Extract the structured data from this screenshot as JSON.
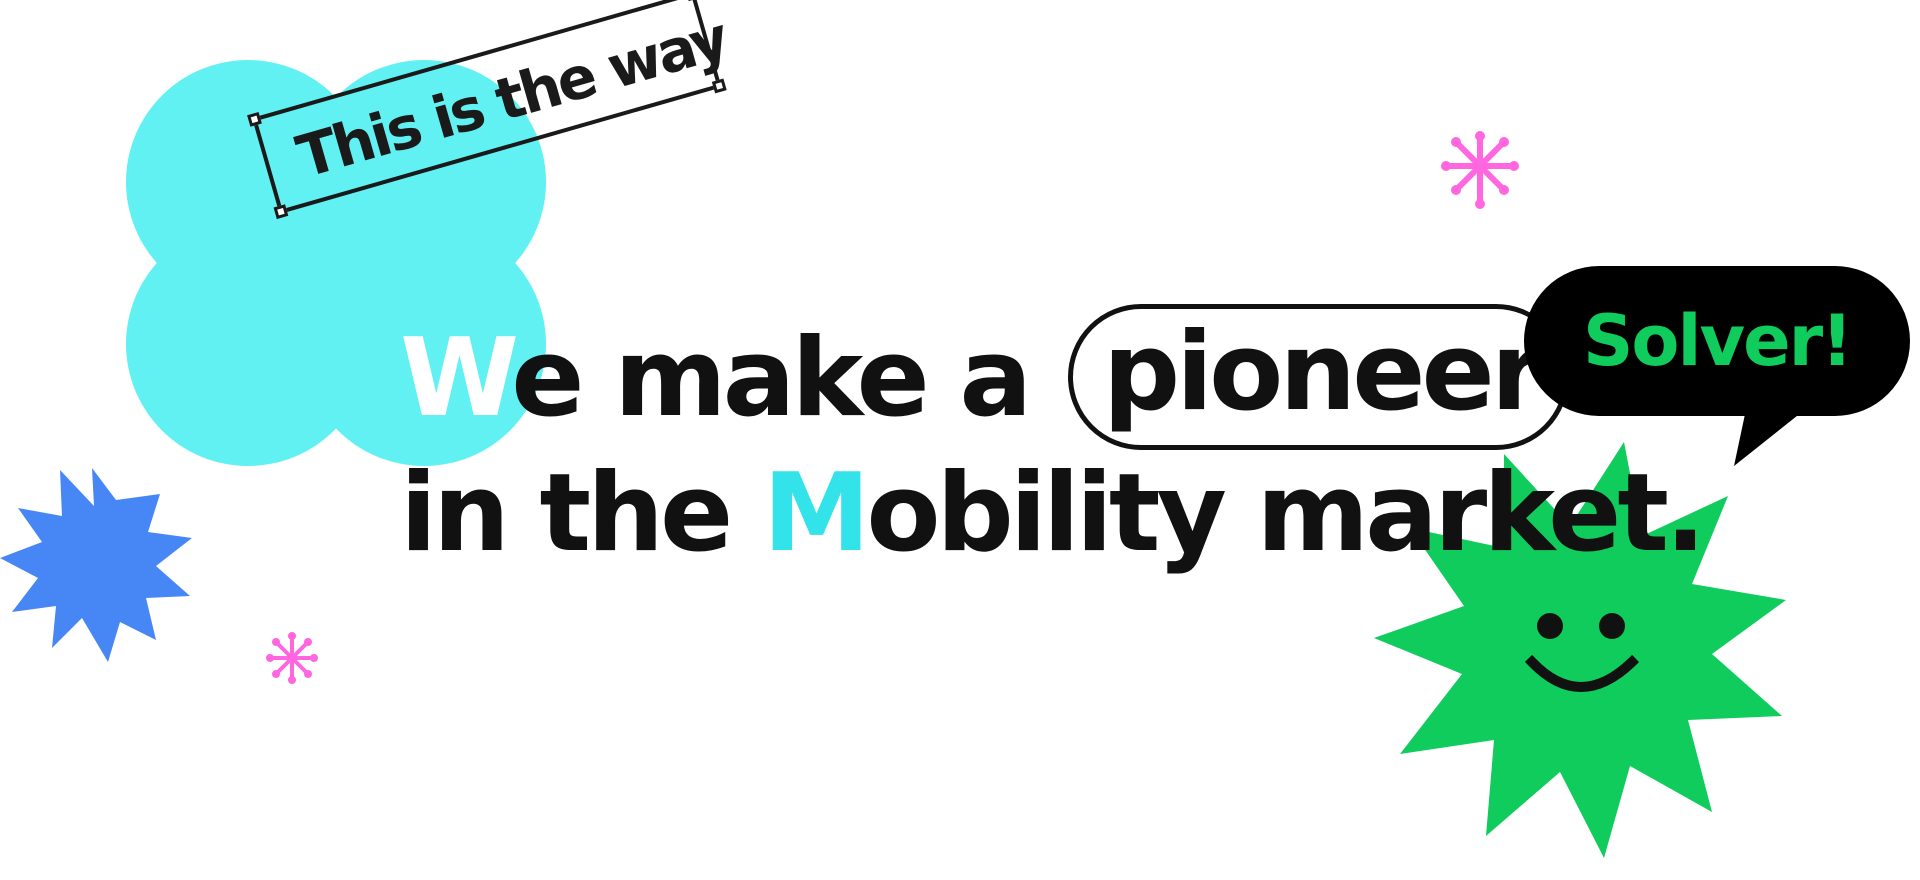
{
  "headline": {
    "line1": {
      "w_highlight": "W",
      "rest": "e make a",
      "pill_word": "pioneer"
    },
    "line2": {
      "prefix": "in the ",
      "m_highlight": "M",
      "suffix": "obility market."
    }
  },
  "tag_label": "This is the way",
  "bubble_label": "Solver!",
  "colors": {
    "cloud": "#62f1f3",
    "cyan_text": "#33e3ea",
    "green": "#10cc5c",
    "blue": "#4787f5",
    "pink": "#ff66e0",
    "text": "#111111",
    "bubble_bg": "#000000"
  },
  "icons": [
    "cloud-shape",
    "blue-starburst",
    "green-smiley-starburst",
    "pink-asterisk-icon",
    "speech-bubble"
  ]
}
